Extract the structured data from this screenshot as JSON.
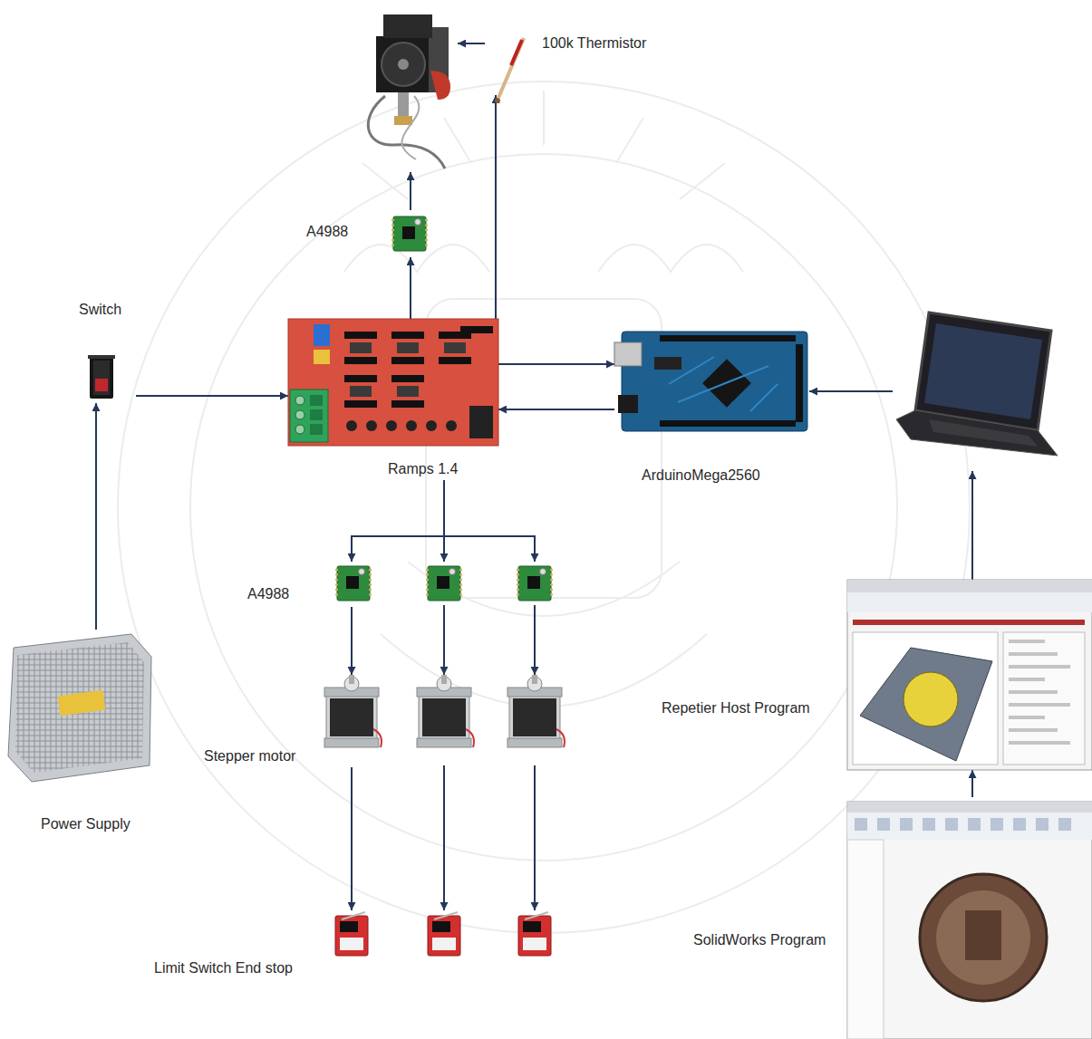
{
  "diagram": {
    "nodes": [
      {
        "text": []
      },
      {
        "text": [
          "100k Thermistor"
        ]
      },
      {
        "text": [
          "A4988"
        ]
      },
      {
        "text": [
          "Switch"
        ]
      },
      {
        "text": [
          "Ramps 1.4"
        ]
      },
      {
        "text": [
          "ArduinoMega2560"
        ]
      },
      {
        "text": []
      },
      {
        "text": [
          "A4988"
        ]
      },
      {
        "text": []
      },
      {
        "text": []
      },
      {
        "text": [
          "Stepper motor"
        ]
      },
      {
        "text": []
      },
      {
        "text": []
      },
      {
        "text": [
          "Limit Switch End stop"
        ]
      },
      {
        "text": []
      },
      {
        "text": []
      },
      {
        "text": [
          "Power Supply"
        ]
      },
      {
        "text": [
          "Repetier Host Program"
        ]
      },
      {
        "text": [
          "SolidWorks Program"
        ]
      }
    ],
    "edges": [
      {
        "from": 1,
        "to": 0,
        "arrow": "to"
      },
      {
        "from": 2,
        "to": 0,
        "arrow": "to"
      },
      {
        "from": 4,
        "to": 2,
        "arrow": "to"
      },
      {
        "from": 4,
        "to": 1,
        "arrow": "to"
      },
      {
        "from": 3,
        "to": 4,
        "arrow": "to"
      },
      {
        "from": 16,
        "to": 3,
        "arrow": "to"
      },
      {
        "from": 4,
        "to": 5,
        "arrow": "to"
      },
      {
        "from": 5,
        "to": 4,
        "arrow": "to"
      },
      {
        "from": 6,
        "to": 5,
        "arrow": "to"
      },
      {
        "from": 17,
        "to": 6,
        "arrow": "to"
      },
      {
        "from": 18,
        "to": 17,
        "arrow": "to"
      },
      {
        "from": 4,
        "to": 7,
        "arrow": "to"
      },
      {
        "from": 4,
        "to": 8,
        "arrow": "to"
      },
      {
        "from": 4,
        "to": 9,
        "arrow": "to"
      },
      {
        "from": 7,
        "to": 10,
        "arrow": "to"
      },
      {
        "from": 8,
        "to": 11,
        "arrow": "to"
      },
      {
        "from": 9,
        "to": 12,
        "arrow": "to"
      },
      {
        "from": 10,
        "to": 13,
        "arrow": "to"
      },
      {
        "from": 11,
        "to": 14,
        "arrow": "to"
      },
      {
        "from": 12,
        "to": 15,
        "arrow": "to"
      }
    ]
  }
}
